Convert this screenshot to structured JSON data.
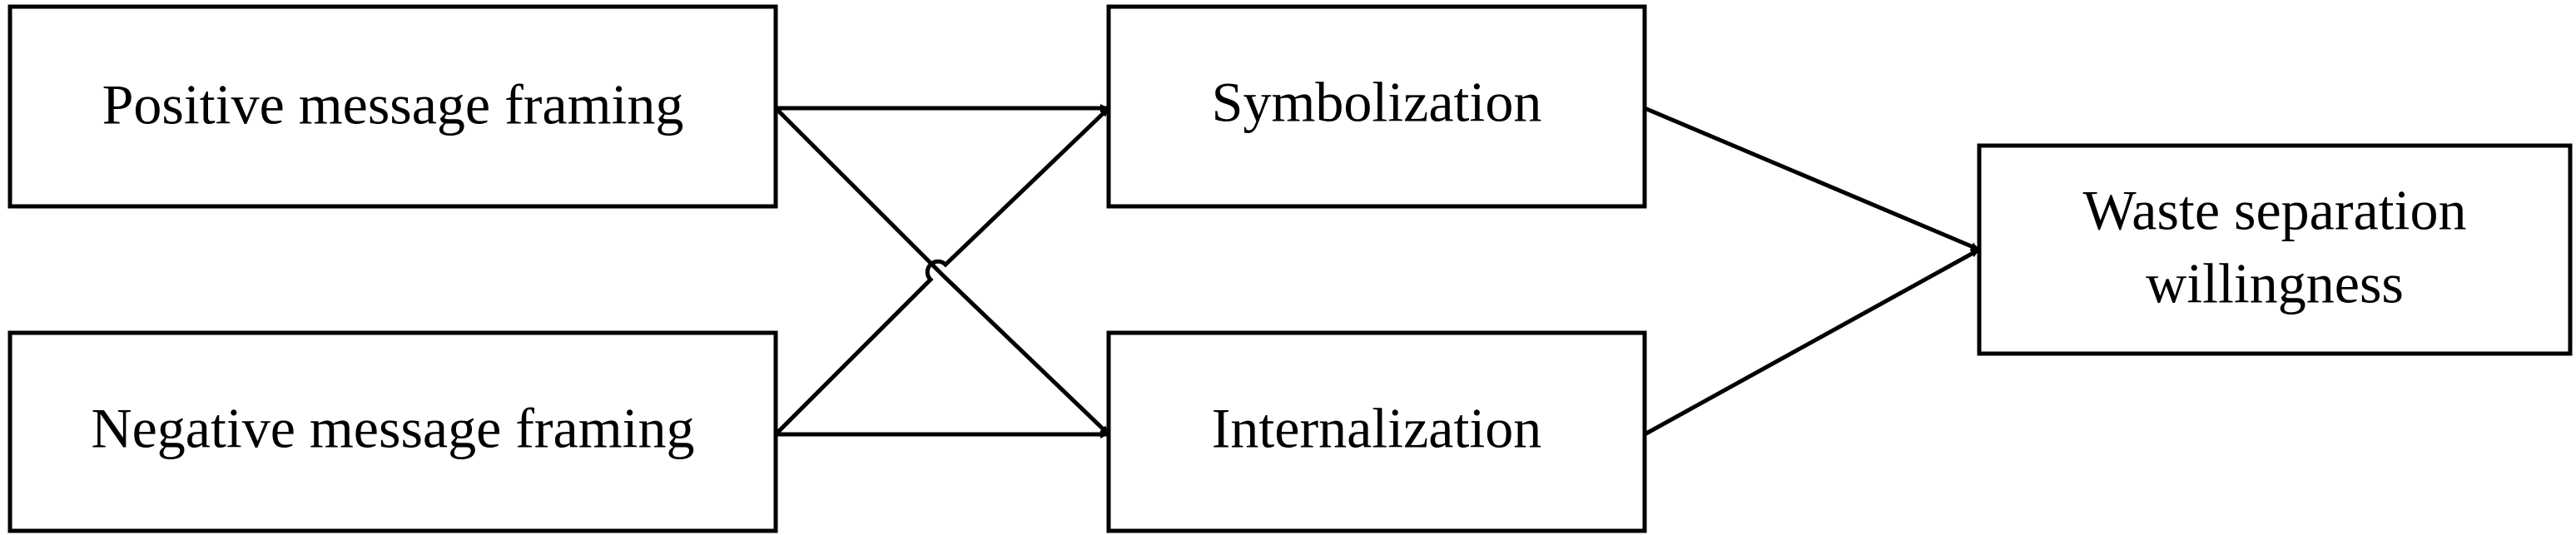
{
  "nodes": {
    "positive": {
      "label": "Positive message framing"
    },
    "negative": {
      "label": "Negative message framing"
    },
    "symbolization": {
      "label": "Symbolization"
    },
    "internalization": {
      "label": "Internalization"
    },
    "waste": {
      "line1": "Waste separation",
      "line2": "willingness"
    }
  },
  "edges": [
    {
      "from": "Positive message framing",
      "to": "Symbolization"
    },
    {
      "from": "Positive message framing",
      "to": "Internalization"
    },
    {
      "from": "Negative message framing",
      "to": "Symbolization"
    },
    {
      "from": "Negative message framing",
      "to": "Internalization"
    },
    {
      "from": "Symbolization",
      "to": "Waste separation willingness"
    },
    {
      "from": "Internalization",
      "to": "Waste separation willingness"
    }
  ],
  "colors": {
    "stroke": "#000000",
    "background": "#ffffff"
  }
}
